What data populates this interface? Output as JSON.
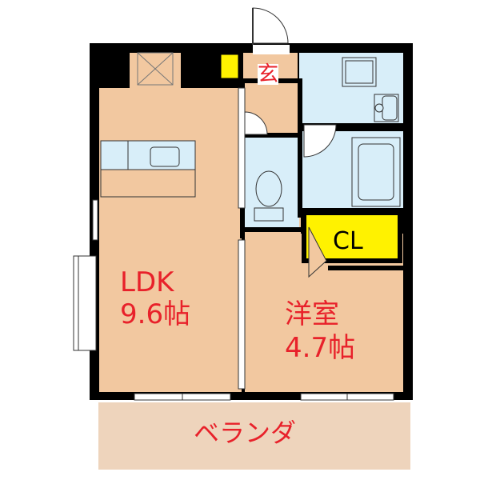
{
  "rooms": {
    "ldk": {
      "name": "LDK",
      "size": "9.6帖"
    },
    "western": {
      "name": "洋室",
      "size": "4.7帖"
    },
    "entrance": {
      "name": "玄"
    },
    "closet": {
      "name": "CL"
    },
    "balcony": {
      "name": "ベランダ"
    }
  },
  "colors": {
    "floor_wood": "#f2c8a0",
    "wet_area": "#d8eef9",
    "closet_yellow": "#fff200",
    "wall": "#000000",
    "label_red": "#e8212a",
    "balcony": "#eed4bc"
  }
}
